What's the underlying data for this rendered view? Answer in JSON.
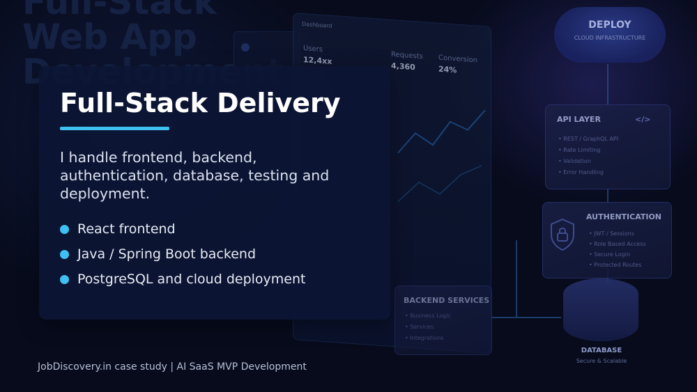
{
  "card": {
    "title": "Full-Stack Delivery",
    "description": "I handle frontend, backend, authentication, database, testing and deployment.",
    "features": [
      {
        "label": "React frontend"
      },
      {
        "label": "Java / Spring Boot backend"
      },
      {
        "label": "PostgreSQL and cloud deployment"
      }
    ],
    "accent_color": "#3ec0f2"
  },
  "footer": {
    "text": "JobDiscovery.in case study | AI SaaS MVP Development"
  },
  "background": {
    "title_lines": "Full-Stack\nWeb App\nDevelopment",
    "dashboard": {
      "title": "Dashboard",
      "stats": [
        {
          "label": "Users",
          "value": "12,4xx"
        },
        {
          "label": "Requests",
          "value": "4,360"
        },
        {
          "label": "Conversion",
          "value": "24%"
        }
      ]
    },
    "deploy": {
      "title": "DEPLOY",
      "subtitle": "CLOUD INFRASTRUCTURE"
    },
    "api_layer": {
      "title": "API LAYER",
      "code_icon": "</>",
      "items": [
        "• REST / GraphQL API",
        "• Rate Limiting",
        "• Validation",
        "• Error Handling"
      ]
    },
    "authentication": {
      "title": "AUTHENTICATION",
      "items": [
        "• JWT / Sessions",
        "• Role Based Access",
        "• Secure Login",
        "• Protected Routes"
      ]
    },
    "backend_services": {
      "title": "BACKEND SERVICES",
      "items": [
        "• Business Logic",
        "• Services",
        "• Integrations"
      ]
    },
    "database": {
      "title": "DATABASE",
      "subtitle": "Secure & Scalable"
    }
  }
}
